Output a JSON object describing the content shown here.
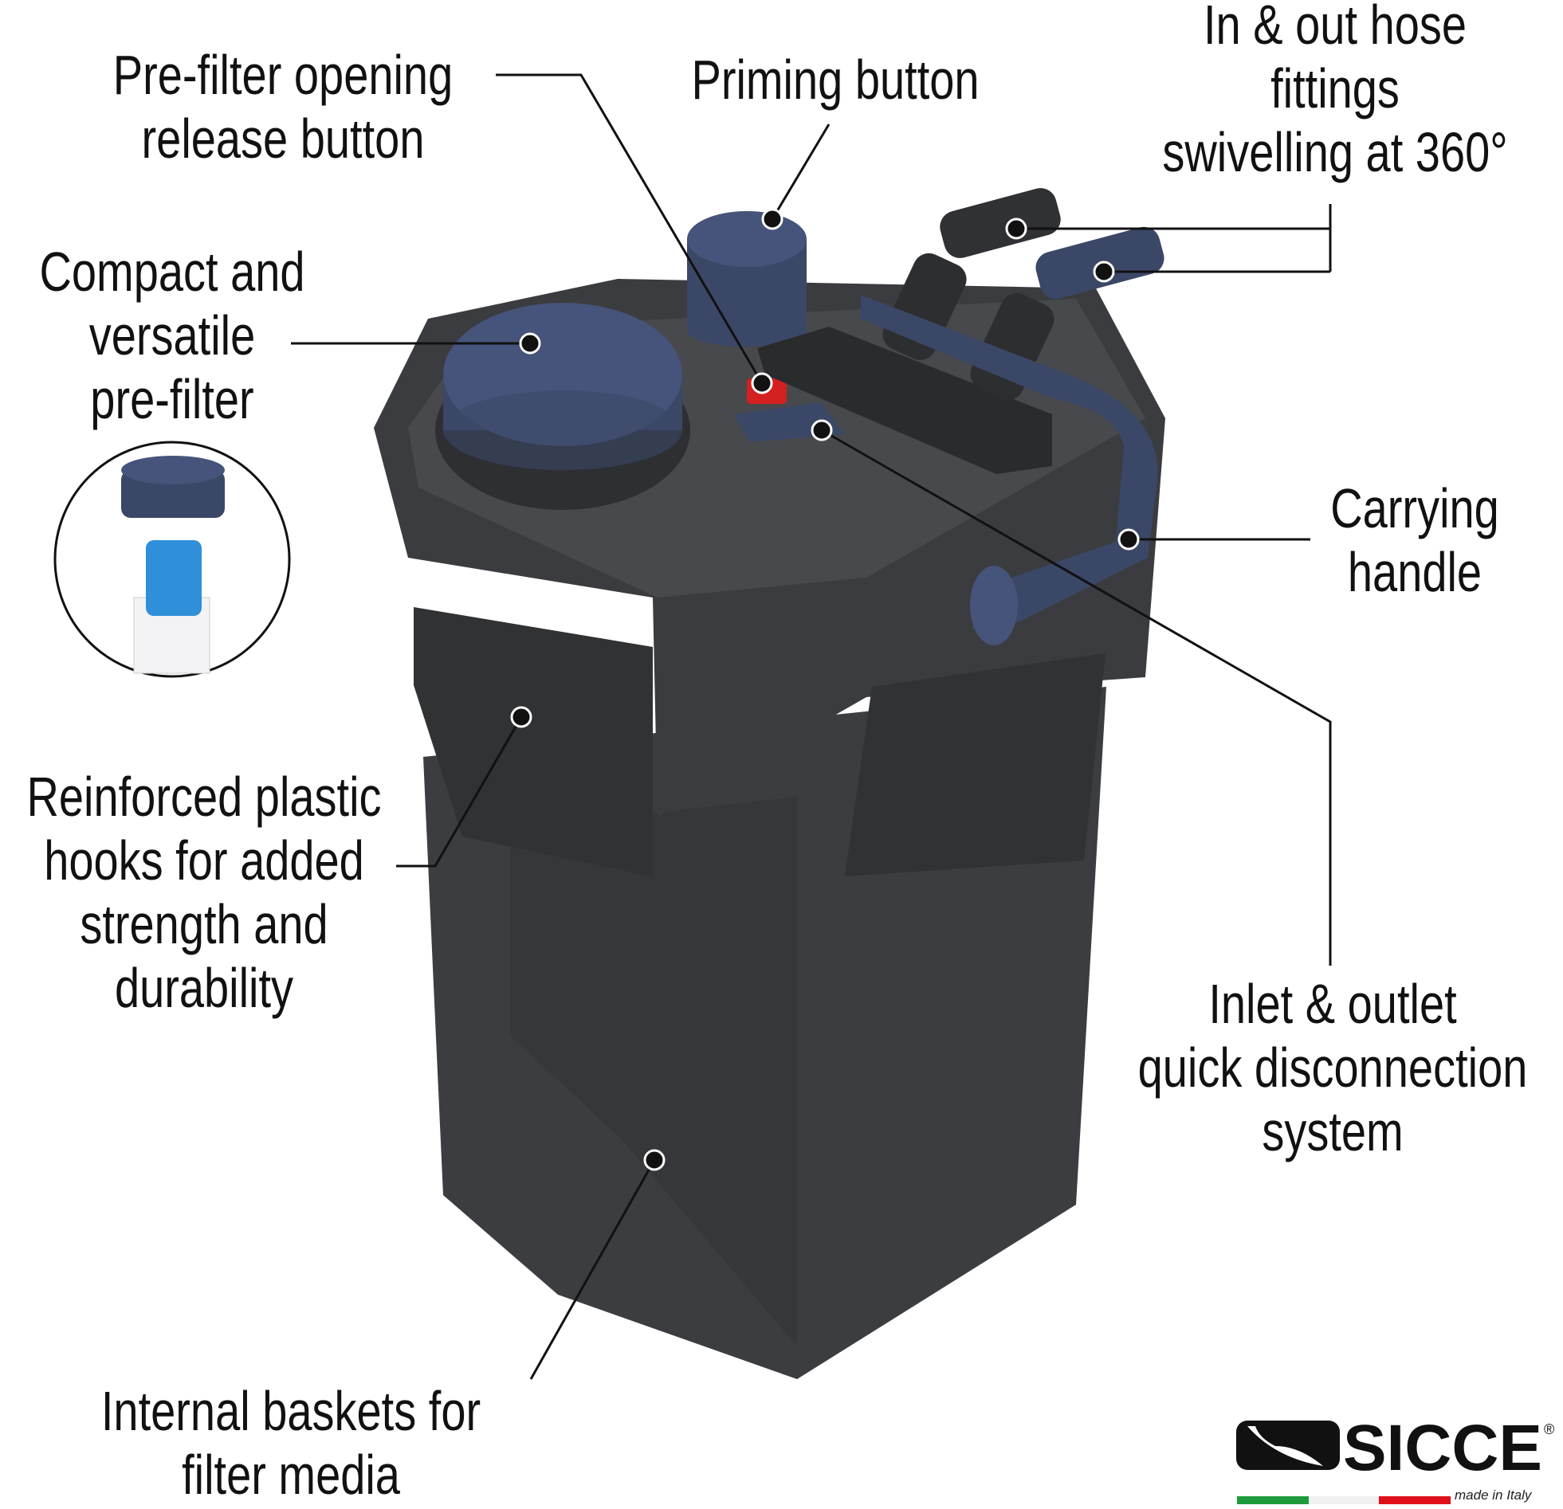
{
  "callouts": {
    "prefilter_release": [
      "Pre-filter opening",
      "release button"
    ],
    "priming": [
      "Priming button"
    ],
    "hose_fittings": [
      "In & out hose",
      "fittings",
      "swivelling at 360°"
    ],
    "prefilter": [
      "Compact and",
      "versatile",
      "pre-filter"
    ],
    "handle": [
      "Carrying",
      "handle"
    ],
    "hooks": [
      "Reinforced plastic",
      "hooks for added",
      "strength and",
      "durability"
    ],
    "quick_disconnect": [
      "Inlet & outlet",
      "quick disconnection",
      "system"
    ],
    "baskets": [
      "Internal baskets for",
      "filter media"
    ]
  },
  "logo": {
    "brand": "SICCE",
    "tagline": "made in Italy",
    "registered": "®"
  },
  "colors": {
    "body": "#3e4043",
    "accent_blue": "#3b4766",
    "red_button": "#d42020",
    "flag_green": "#1e9a3c",
    "flag_red": "#e0101a"
  }
}
